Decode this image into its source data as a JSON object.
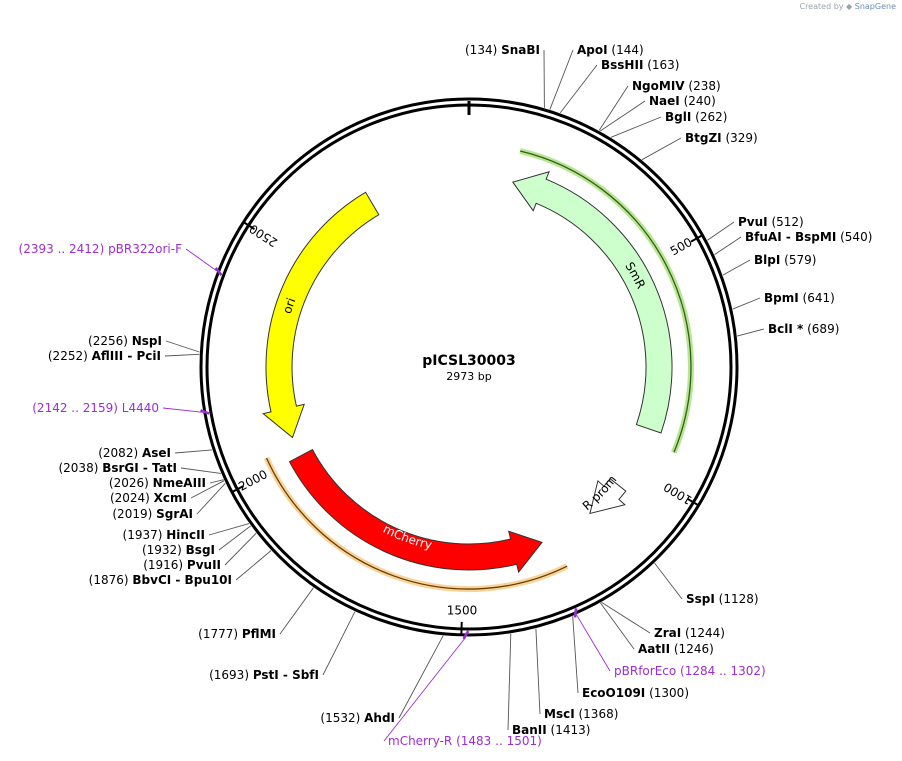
{
  "header": {
    "credit_prefix": "Created by",
    "credit_brand": "SnapGene"
  },
  "plasmid": {
    "name": "pICSL30003",
    "size_label": "2973 bp",
    "length": 2973
  },
  "colors": {
    "ori": "#ffff00",
    "SmR": "#ccffcc",
    "mCherry": "#ff0000",
    "AmpR_promoter": "#ffffff",
    "primer": "#9c2ed1",
    "highlight_green": "#7ccf3a",
    "highlight_orange": "#f2b04a"
  },
  "ticks": [
    {
      "pos": 500,
      "label": "500"
    },
    {
      "pos": 1000,
      "label": "1000"
    },
    {
      "pos": 1500,
      "label": "1500"
    },
    {
      "pos": 2000,
      "label": "2000"
    },
    {
      "pos": 2500,
      "label": "2500"
    }
  ],
  "features": [
    {
      "name": "ori",
      "start": 2050,
      "end": 2720,
      "direction": "reverse",
      "color": "#ffff00",
      "label_color": "#000000"
    },
    {
      "name": "SmR",
      "start": 110,
      "end": 900,
      "direction": "reverse",
      "color": "#ccffcc",
      "label_color": "#000000"
    },
    {
      "name": "mCherry",
      "start": 1300,
      "end": 2000,
      "direction": "reverse",
      "color": "#ff0000",
      "label_color": "#ffffff"
    },
    {
      "name": "AmpR promoter",
      "start": 1060,
      "end": 1160,
      "direction": "forward",
      "color": "#ffffff",
      "label_color": "#000000"
    }
  ],
  "sites": [
    {
      "name": "SnaBI",
      "num": "(134)",
      "side": "left",
      "pos": 134
    },
    {
      "name": "ApoI",
      "num": "(144)",
      "side": "right",
      "pos": 144
    },
    {
      "name": "BssHII",
      "num": "(163)",
      "side": "right",
      "pos": 163
    },
    {
      "name": "NgoMIV",
      "num": "(238)",
      "side": "right",
      "pos": 238
    },
    {
      "name": "NaeI",
      "num": "(240)",
      "side": "right",
      "pos": 240
    },
    {
      "name": "BglI",
      "num": "(262)",
      "side": "right",
      "pos": 262
    },
    {
      "name": "BtgZI",
      "num": "(329)",
      "side": "right",
      "pos": 329
    },
    {
      "name": "PvuI",
      "num": "(512)",
      "side": "right",
      "pos": 512
    },
    {
      "name": "BfuAI - BspMI",
      "num": "(540)",
      "side": "right",
      "pos": 540
    },
    {
      "name": "BlpI",
      "num": "(579)",
      "side": "right",
      "pos": 579
    },
    {
      "name": "BpmI",
      "num": "(641)",
      "side": "right",
      "pos": 641
    },
    {
      "name": "BclI *",
      "num": "(689)",
      "side": "right",
      "pos": 689
    },
    {
      "name": "SspI",
      "num": "(1128)",
      "side": "right",
      "pos": 1128
    },
    {
      "name": "ZraI",
      "num": "(1244)",
      "side": "right",
      "pos": 1244
    },
    {
      "name": "AatII",
      "num": "(1246)",
      "side": "right",
      "pos": 1246
    },
    {
      "name": "EcoO109I",
      "num": "(1300)",
      "side": "right",
      "pos": 1300
    },
    {
      "name": "MscI",
      "num": "(1368)",
      "side": "right",
      "pos": 1368
    },
    {
      "name": "BanII",
      "num": "(1413)",
      "side": "right",
      "pos": 1413
    },
    {
      "name": "AhdI",
      "num": "(1532)",
      "side": "left",
      "pos": 1532
    },
    {
      "name": "PstI - SbfI",
      "num": "(1693)",
      "side": "left",
      "pos": 1693
    },
    {
      "name": "PflMI",
      "num": "(1777)",
      "side": "left",
      "pos": 1777
    },
    {
      "name": "BbvCI - Bpu10I",
      "num": "(1876)",
      "side": "left",
      "pos": 1876
    },
    {
      "name": "PvuII",
      "num": "(1916)",
      "side": "left",
      "pos": 1916
    },
    {
      "name": "BsgI",
      "num": "(1932)",
      "side": "left",
      "pos": 1932
    },
    {
      "name": "HincII",
      "num": "(1937)",
      "side": "left",
      "pos": 1937
    },
    {
      "name": "SgrAI",
      "num": "(2019)",
      "side": "left",
      "pos": 2019
    },
    {
      "name": "XcmI",
      "num": "(2024)",
      "side": "left",
      "pos": 2024
    },
    {
      "name": "NmeAIII",
      "num": "(2026)",
      "side": "left",
      "pos": 2026
    },
    {
      "name": "BsrGI - TatI",
      "num": "(2038)",
      "side": "left",
      "pos": 2038
    },
    {
      "name": "AseI",
      "num": "(2082)",
      "side": "left",
      "pos": 2082
    },
    {
      "name": "AflIII - PciI",
      "num": "(2252)",
      "side": "left",
      "pos": 2252
    },
    {
      "name": "NspI",
      "num": "(2256)",
      "side": "left",
      "pos": 2256
    }
  ],
  "primers": [
    {
      "name": "pBR322ori-F",
      "range": "(2393 .. 2412)",
      "side": "left",
      "pos": 2402
    },
    {
      "name": "L4440",
      "range": "(2142 .. 2159)",
      "side": "left",
      "pos": 2150
    },
    {
      "name": "pBRforEco",
      "range": "(1284 .. 1302)",
      "side": "right",
      "pos": 1293
    },
    {
      "name": "mCherry-R",
      "range": "(1483 .. 1501)",
      "side": "right",
      "pos": 1492
    }
  ]
}
